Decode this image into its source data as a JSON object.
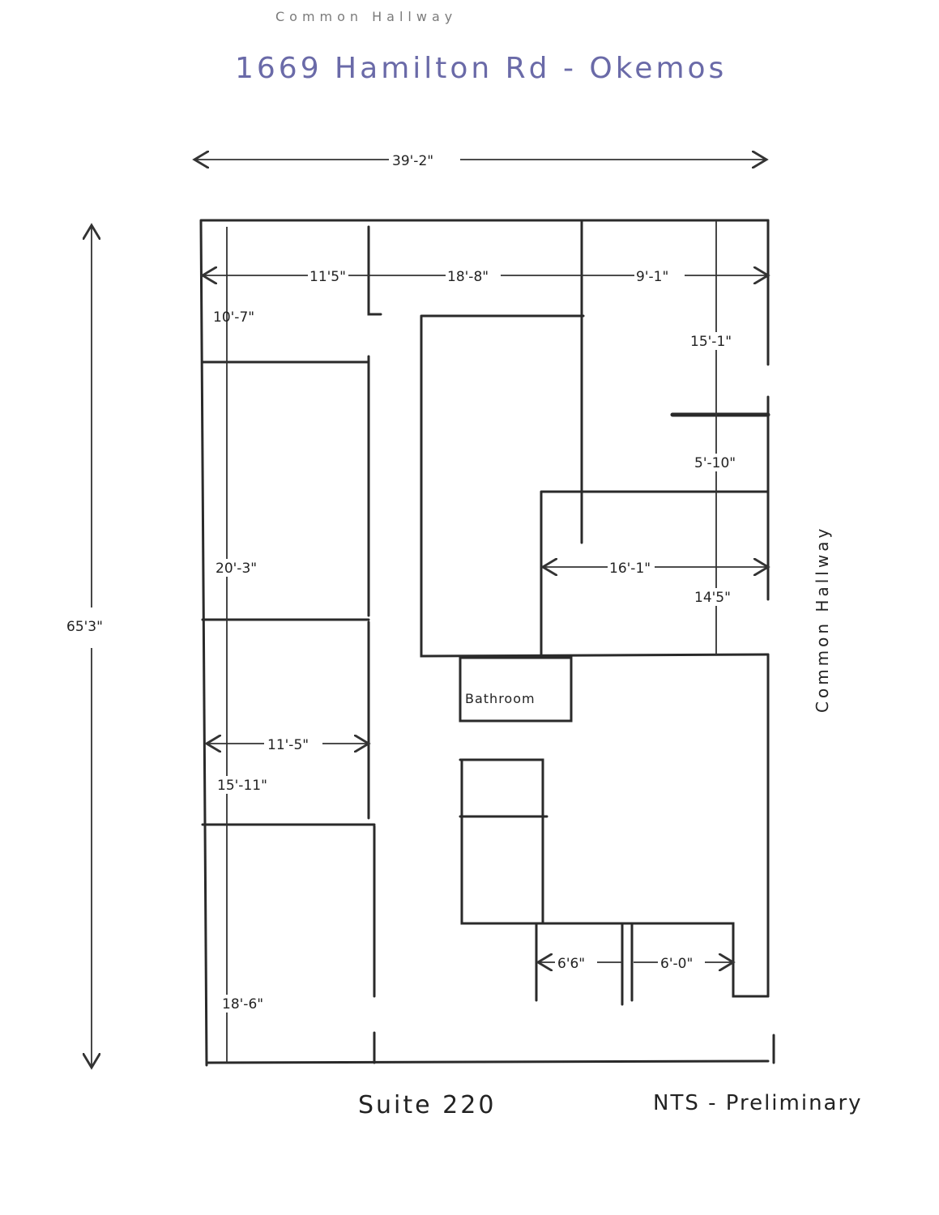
{
  "header": {
    "address": "1669 Hamilton Rd - Okemos",
    "faded_top_text": "Common Hallway"
  },
  "dimensions": {
    "overall_width": "39'-2\"",
    "overall_length": "65'3\"",
    "top_left_width": "11'5\"",
    "top_middle_width": "18'-8\"",
    "top_right_width": "9'-1\"",
    "room1_depth": "10'-7\"",
    "room2_depth": "20'-3\"",
    "room3_depth": "15'-11\"",
    "room4_depth": "18'-6\"",
    "left_room_width": "11'-5\"",
    "right_upper_depth": "15'-1\"",
    "right_mid_depth": "5'-10\"",
    "right_lower_depth": "14'5\"",
    "right_room_width": "16'-1\"",
    "closet1_width": "6'6\"",
    "closet2_width": "6'-0\""
  },
  "labels": {
    "bathroom": "Bathroom",
    "common_hallway": "Common Hallway",
    "suite": "Suite 220",
    "note": "NTS - Preliminary"
  },
  "colors": {
    "ink": "#2a2a2a",
    "title_ink": "#6a6aa8"
  }
}
